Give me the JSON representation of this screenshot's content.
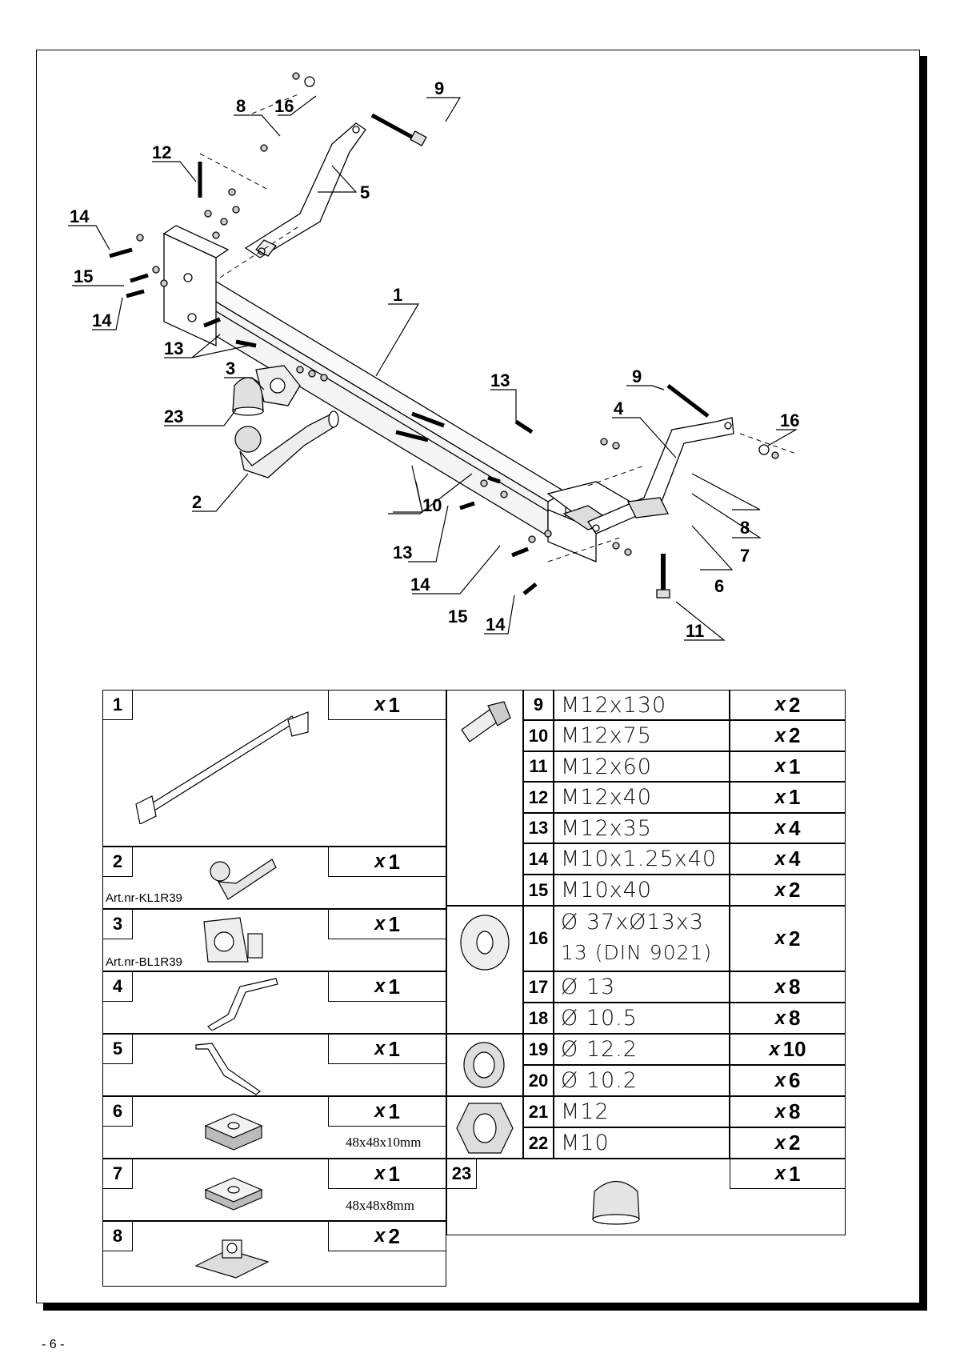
{
  "page_number": "- 6 -",
  "callouts": [
    "1",
    "2",
    "3",
    "4",
    "5",
    "6",
    "7",
    "8",
    "9",
    "10",
    "11",
    "12",
    "13",
    "14",
    "15",
    "16",
    "23"
  ],
  "parts_left": [
    {
      "num": "1",
      "qty_x": "x",
      "qty_n": "1",
      "art": "",
      "dims": ""
    },
    {
      "num": "2",
      "qty_x": "x",
      "qty_n": "1",
      "art": "Art.nr-KL1R39",
      "dims": ""
    },
    {
      "num": "3",
      "qty_x": "x",
      "qty_n": "1",
      "art": "Art.nr-BL1R39",
      "dims": ""
    },
    {
      "num": "4",
      "qty_x": "x",
      "qty_n": "1",
      "art": "",
      "dims": ""
    },
    {
      "num": "5",
      "qty_x": "x",
      "qty_n": "1",
      "art": "",
      "dims": ""
    },
    {
      "num": "6",
      "qty_x": "x",
      "qty_n": "1",
      "art": "",
      "dims": "48x48x10mm"
    },
    {
      "num": "7",
      "qty_x": "x",
      "qty_n": "1",
      "art": "",
      "dims": "48x48x8mm"
    },
    {
      "num": "8",
      "qty_x": "x",
      "qty_n": "2",
      "art": "",
      "dims": ""
    }
  ],
  "parts_right": [
    {
      "num": "9",
      "spec": "M12x130",
      "qty_x": "x",
      "qty_n": "2"
    },
    {
      "num": "10",
      "spec": "M12x75",
      "qty_x": "x",
      "qty_n": "2"
    },
    {
      "num": "11",
      "spec": "M12x60",
      "qty_x": "x",
      "qty_n": "1"
    },
    {
      "num": "12",
      "spec": "M12x40",
      "qty_x": "x",
      "qty_n": "1"
    },
    {
      "num": "13",
      "spec": "M12x35",
      "qty_x": "x",
      "qty_n": "4"
    },
    {
      "num": "14",
      "spec": "M10x1.25x40",
      "qty_x": "x",
      "qty_n": "4"
    },
    {
      "num": "15",
      "spec": "M10x40",
      "qty_x": "x",
      "qty_n": "2"
    },
    {
      "num": "16",
      "spec": "Ø 37xØ13x3",
      "spec2": "13   (DIN 9021)",
      "qty_x": "x",
      "qty_n": "2"
    },
    {
      "num": "17",
      "spec": "Ø 13",
      "qty_x": "x",
      "qty_n": "8"
    },
    {
      "num": "18",
      "spec": "Ø 10.5",
      "qty_x": "x",
      "qty_n": "8"
    },
    {
      "num": "19",
      "spec": "Ø 12.2",
      "qty_x": "x",
      "qty_n": "10"
    },
    {
      "num": "20",
      "spec": "Ø 10.2",
      "qty_x": "x",
      "qty_n": "6"
    },
    {
      "num": "21",
      "spec": "M12",
      "qty_x": "x",
      "qty_n": "8"
    },
    {
      "num": "22",
      "spec": "M10",
      "qty_x": "x",
      "qty_n": "2"
    },
    {
      "num": "23",
      "spec": "",
      "qty_x": "x",
      "qty_n": "1"
    }
  ],
  "colors": {
    "line": "#000000",
    "part_fill": "#e8e8e8",
    "part_shade": "#bdbdbd"
  }
}
